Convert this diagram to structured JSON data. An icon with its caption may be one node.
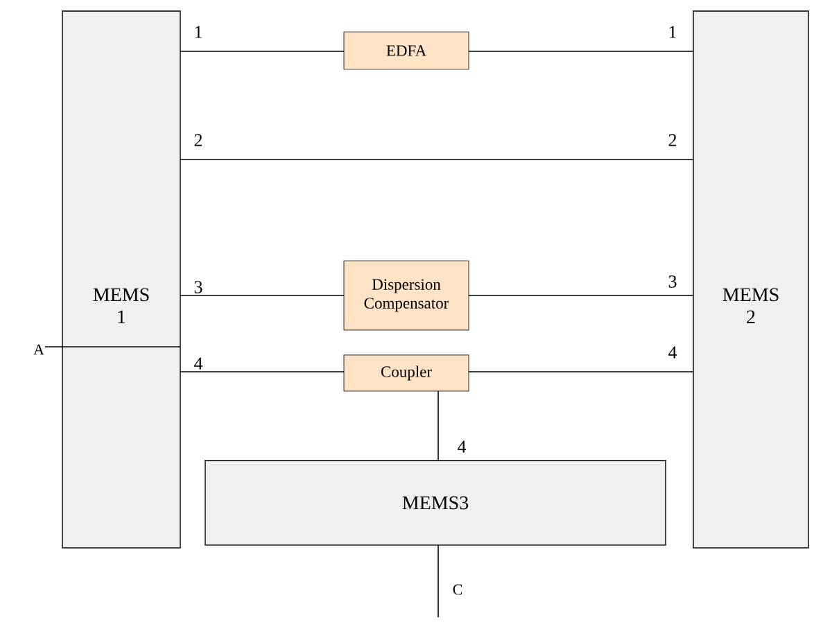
{
  "diagram": {
    "nodes": [
      {
        "text": [
          "MEMS 1"
        ]
      },
      {
        "text": [
          "MEMS 2"
        ]
      },
      {
        "text": [
          "EDFA"
        ]
      },
      {
        "text": [
          "Dispersion Compensator"
        ]
      },
      {
        "text": [
          "Coupler"
        ]
      },
      {
        "text": [
          "MEMS3"
        ]
      }
    ],
    "edges": [
      {
        "from": 0,
        "to": 2,
        "arrow": "none"
      },
      {
        "from": 2,
        "to": 1,
        "arrow": "none"
      },
      {
        "from": 0,
        "to": 1,
        "arrow": "none"
      },
      {
        "from": 0,
        "to": 3,
        "arrow": "none"
      },
      {
        "from": 3,
        "to": 1,
        "arrow": "none"
      },
      {
        "from": 0,
        "to": 4,
        "arrow": "none"
      },
      {
        "from": 4,
        "to": 1,
        "arrow": "none"
      },
      {
        "from": 4,
        "to": 5,
        "arrow": "none"
      },
      {
        "from": null,
        "to": 0,
        "arrow": "none",
        "label": "A"
      },
      {
        "from": 5,
        "to": null,
        "arrow": "none",
        "label": "C"
      }
    ],
    "labels": [
      "1",
      "1",
      "2",
      "2",
      "3",
      "3",
      "4",
      "4",
      "4"
    ]
  }
}
